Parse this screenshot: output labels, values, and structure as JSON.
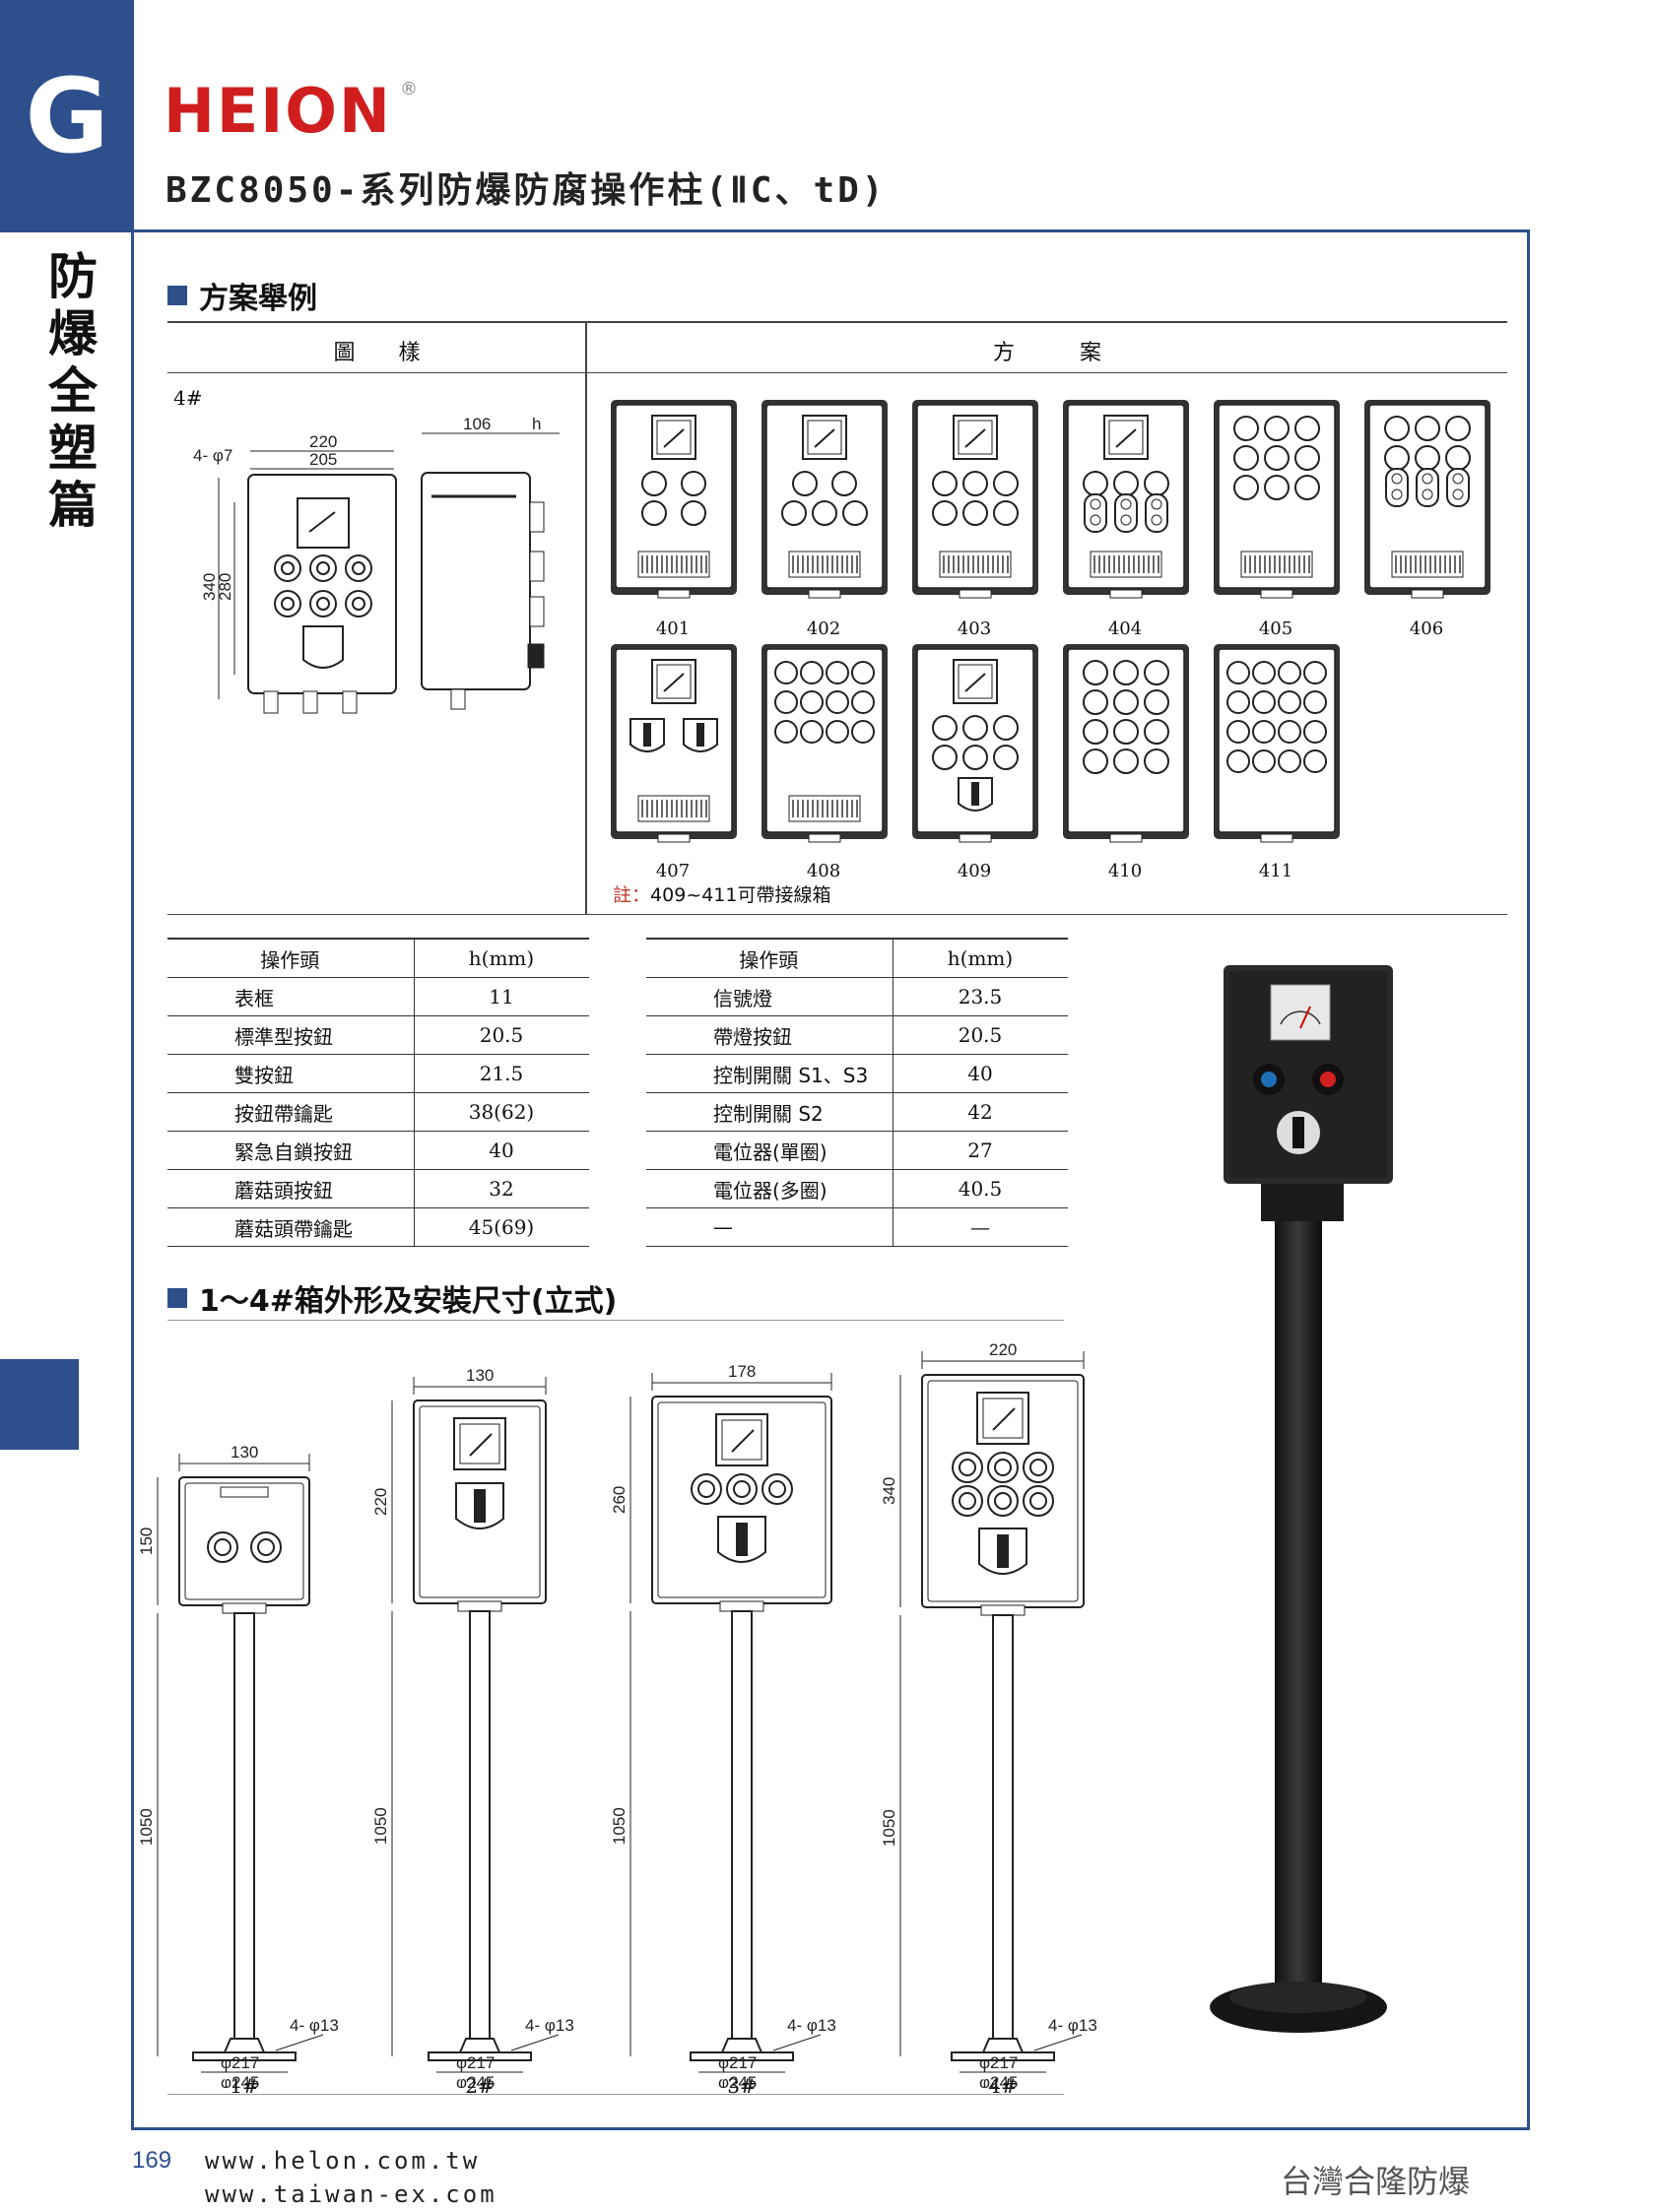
{
  "header": {
    "section_letter": "G",
    "brand": "HEION",
    "registered": "®",
    "title": "BZC8050-系列防爆防腐操作柱(ⅡC、tD)"
  },
  "sidebar": {
    "category": "防爆全塑篇"
  },
  "section1": {
    "heading": "方案舉例",
    "col_drawing": "圖　　樣",
    "col_scheme": "方　　　案",
    "drawing_label": "4#",
    "dims": {
      "holes": "4- φ7",
      "w_outer": "220",
      "w_inner": "205",
      "h_outer": "340",
      "h_inner": "280",
      "depth": "106",
      "h": "h"
    },
    "schemes": [
      "401",
      "402",
      "403",
      "404",
      "405",
      "406",
      "407",
      "408",
      "409",
      "410",
      "411"
    ],
    "note_prefix": "註：",
    "note": "409~411可帶接線箱"
  },
  "table_left": {
    "headers": [
      "操作頭",
      "h(mm)"
    ],
    "rows": [
      [
        "表框",
        "11"
      ],
      [
        "標準型按鈕",
        "20.5"
      ],
      [
        "雙按鈕",
        "21.5"
      ],
      [
        "按鈕帶鑰匙",
        "38(62)"
      ],
      [
        "緊急自鎖按鈕",
        "40"
      ],
      [
        "蘑菇頭按鈕",
        "32"
      ],
      [
        "蘑菇頭帶鑰匙",
        "45(69)"
      ]
    ]
  },
  "table_right": {
    "headers": [
      "操作頭",
      "h(mm)"
    ],
    "rows": [
      [
        "信號燈",
        "23.5"
      ],
      [
        "帶燈按鈕",
        "20.5"
      ],
      [
        "控制開關 S1、S3",
        "40"
      ],
      [
        "控制開關 S2",
        "42"
      ],
      [
        "電位器(單圈)",
        "27"
      ],
      [
        "電位器(多圈)",
        "40.5"
      ],
      [
        "—",
        "—"
      ]
    ]
  },
  "section2": {
    "heading": "1～4#箱外形及安裝尺寸(立式)",
    "units": [
      {
        "label": "1#",
        "width": "130",
        "height": "150",
        "pole": "1050",
        "holes": "4- φ13",
        "d1": "φ217",
        "d2": "φ245"
      },
      {
        "label": "2#",
        "width": "130",
        "height": "220",
        "pole": "1050",
        "holes": "4- φ13",
        "d1": "φ217",
        "d2": "φ245"
      },
      {
        "label": "3#",
        "width": "178",
        "height": "260",
        "pole": "1050",
        "holes": "4- φ13",
        "d1": "φ217",
        "d2": "φ245"
      },
      {
        "label": "4#",
        "width": "220",
        "height": "340",
        "pole": "1050",
        "holes": "4- φ13",
        "d1": "φ217",
        "d2": "φ245"
      }
    ]
  },
  "footer": {
    "page_number": "169",
    "url1": "www.helon.com.tw",
    "url2": "www.taiwan-ex.com",
    "company": "台灣合隆防爆"
  },
  "colors": {
    "brand_blue": "#2d4f8c",
    "logo_red": "#d01e1e"
  }
}
